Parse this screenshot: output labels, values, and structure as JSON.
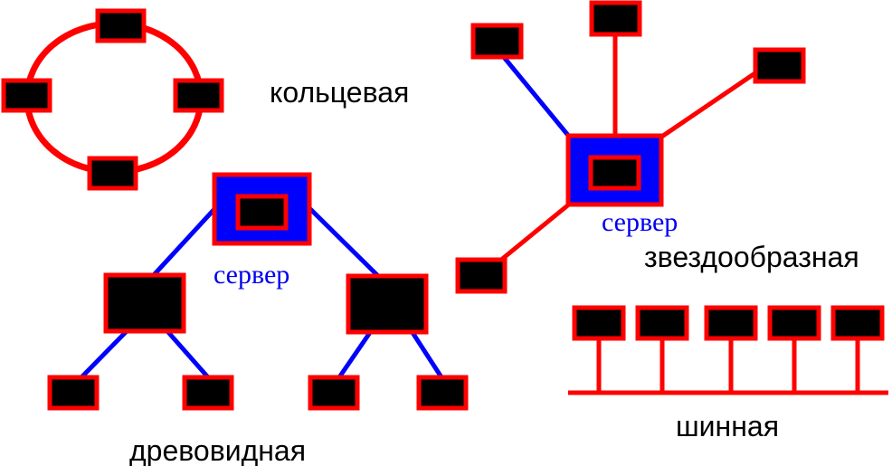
{
  "labels": {
    "ring": "кольцевая",
    "star": "звездообразная",
    "tree": "древовидная",
    "bus": "шинная",
    "server_star": "сервер",
    "server_tree": "сервер"
  },
  "colors": {
    "background": "#ffffff",
    "node_fill": "#000000",
    "node_border": "#ff0000",
    "server_fill": "#0000ff",
    "red_link": "#ff0000",
    "blue_link": "#0000ff",
    "label_text": "#000000",
    "server_text": "#0000ee"
  }
}
